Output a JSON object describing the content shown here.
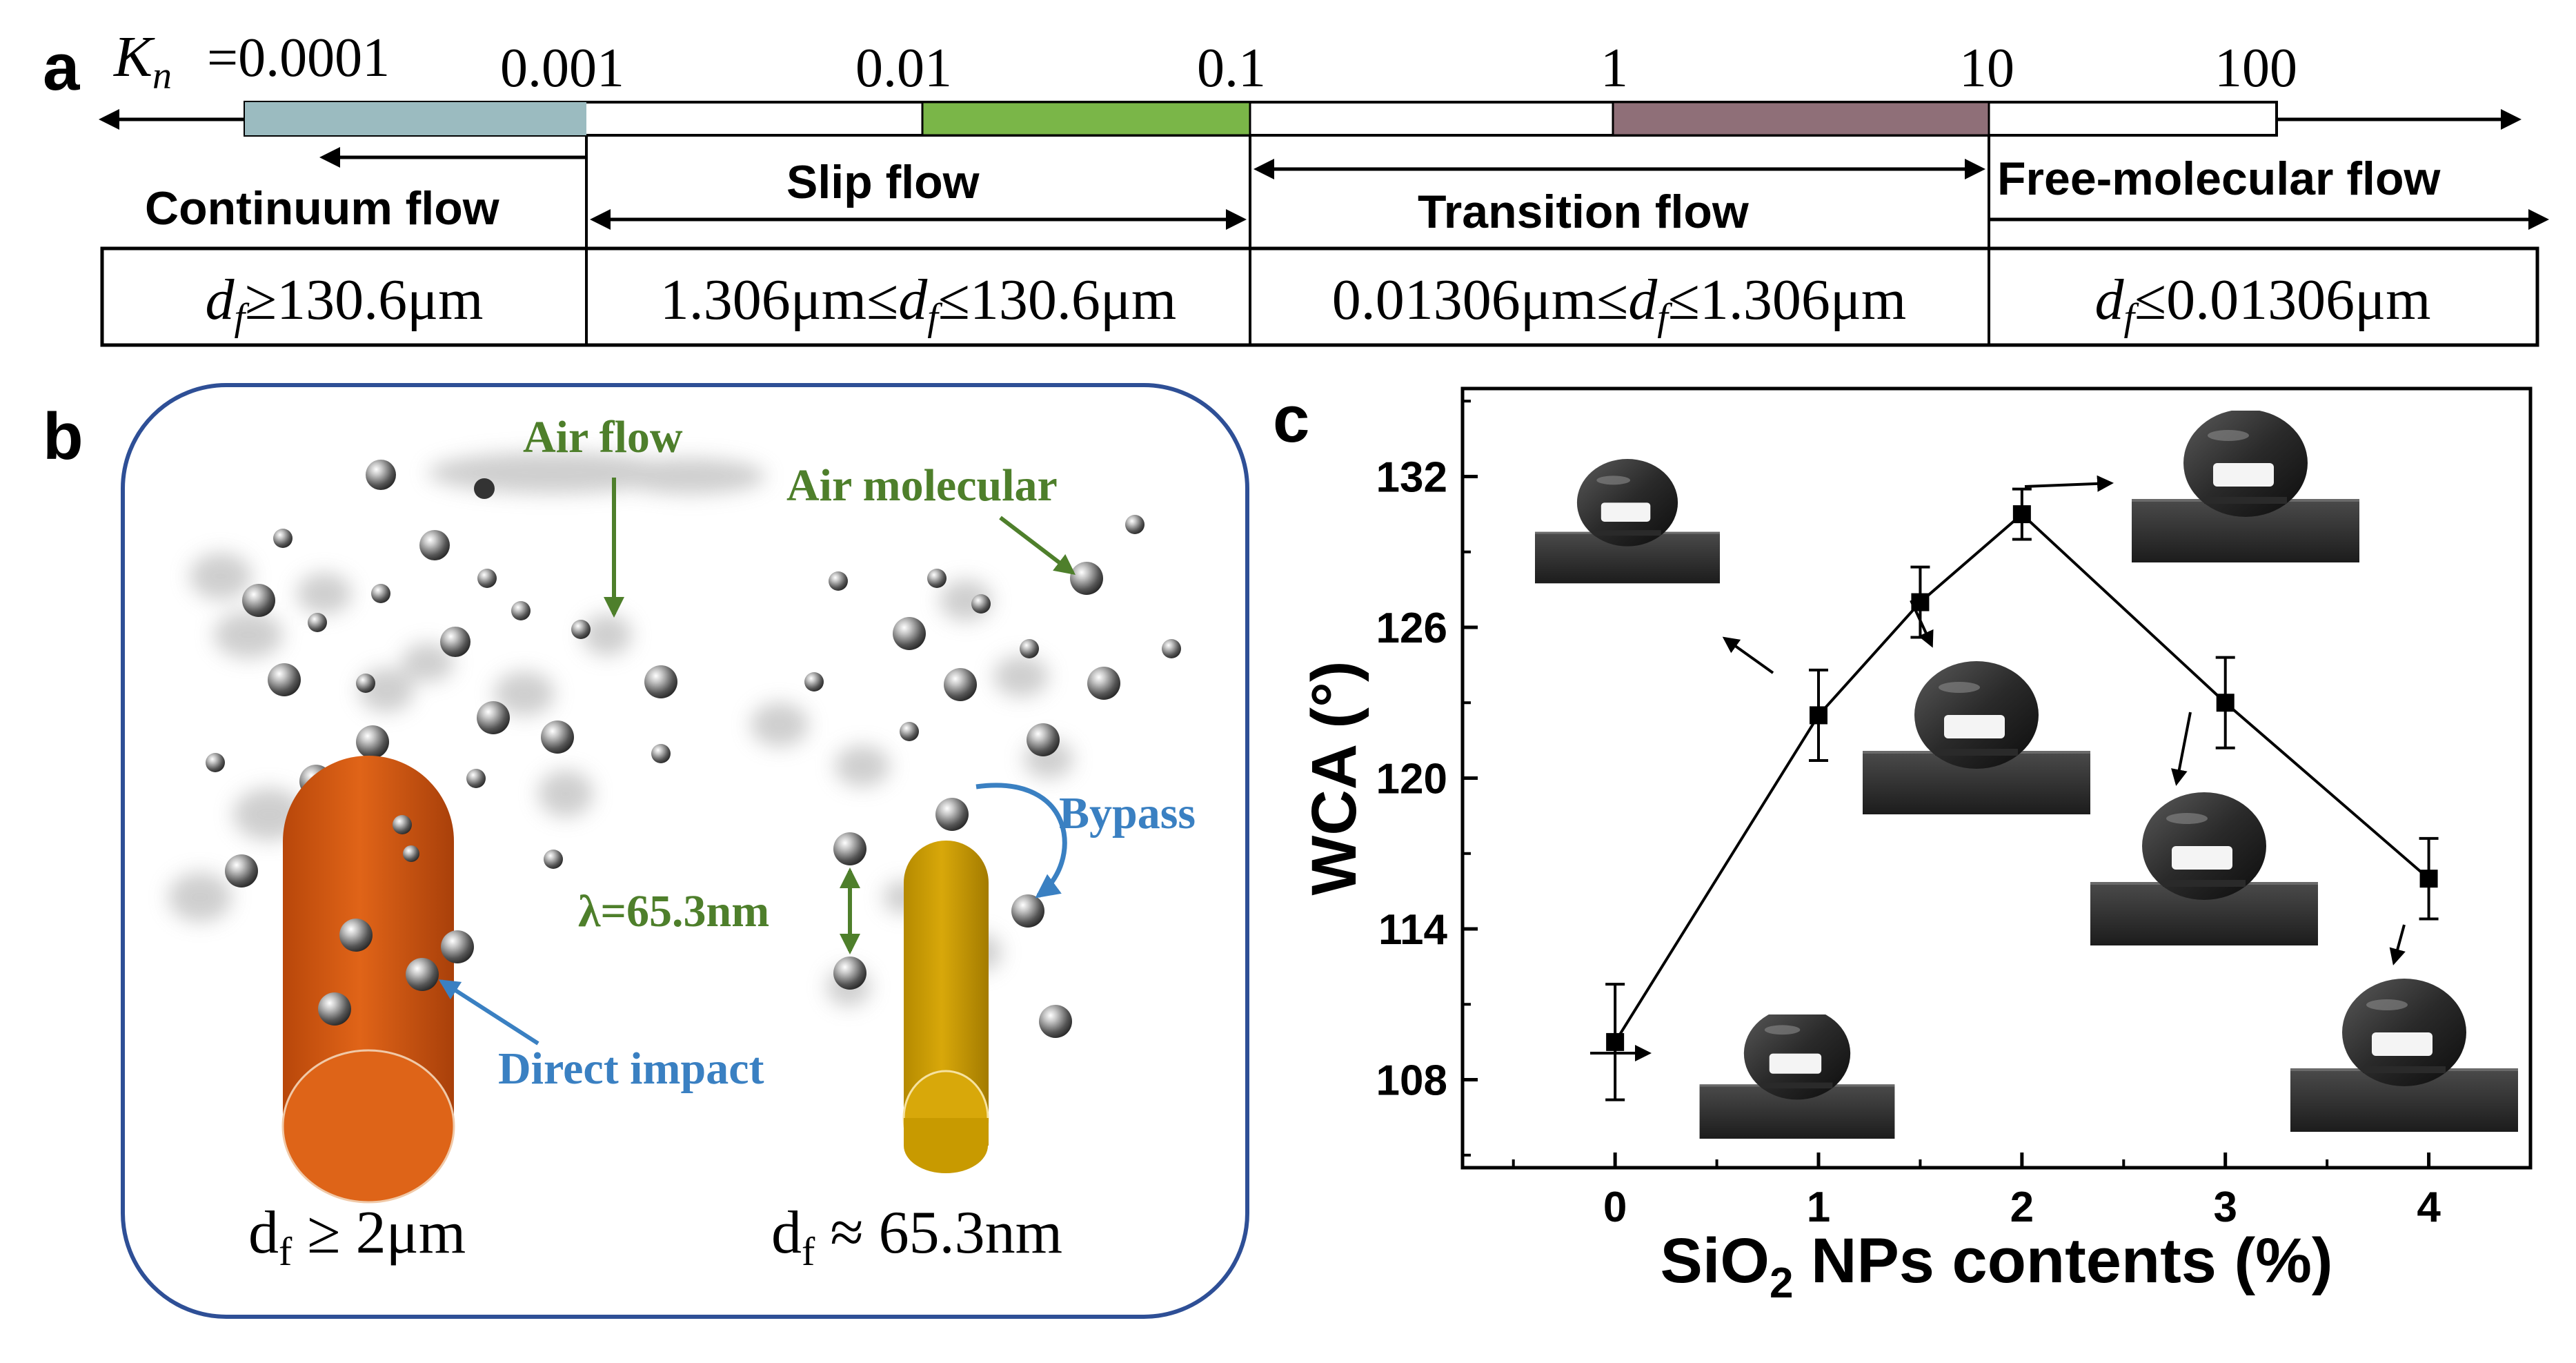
{
  "panel_a": {
    "label": "a",
    "kn_symbol": "K",
    "kn_sub": "n",
    "ticks": [
      "=0.0001",
      "0.001",
      "0.01",
      "0.1",
      "1",
      "10",
      "100"
    ],
    "regimes": {
      "continuum": "Continuum flow",
      "slip": "Slip flow",
      "transition": "Transition flow",
      "free": "Free-molecular flow"
    },
    "cells": [
      {
        "pre": "",
        "d": "d",
        "f": "f",
        "rel": "≥130.6μm"
      },
      {
        "pre": "1.306μm≤",
        "d": "d",
        "f": "f",
        "rel": "≤130.6μm"
      },
      {
        "pre": "0.01306μm≤",
        "d": "d",
        "f": "f",
        "rel": "≤1.306μm"
      },
      {
        "pre": "",
        "d": "d",
        "f": "f",
        "rel": "≤0.01306μm"
      }
    ],
    "colors": {
      "continuum": "#9bbbc0",
      "slip": "#7ab648",
      "transition": "#8f6f78"
    }
  },
  "panel_b": {
    "label": "b",
    "air_flow": "Air flow",
    "air_molecular": "Air molecular",
    "bypass": "Bypass",
    "lambda": "λ=65.3nm",
    "direct_impact": "Direct impact",
    "fiber_large": {
      "d": "d",
      "f": "f",
      "rel": " ≥ 2μm"
    },
    "fiber_small": {
      "d": "d",
      "f": "f",
      "rel": " ≈ 65.3nm"
    },
    "colors": {
      "frame": "#2e4f96",
      "label_green": "#4e7f2b",
      "label_blue": "#3a80c2",
      "fiber_large": "#d95a10",
      "fiber_small": "#c89a00"
    }
  },
  "panel_c": {
    "label": "c"
  },
  "chart_data": {
    "type": "line",
    "xlabel_main": "SiO",
    "xlabel_sub": "2",
    "xlabel_rest": " NPs contents (%)",
    "ylabel": "WCA (°)",
    "x": [
      0,
      1,
      1.5,
      2,
      3,
      4
    ],
    "y": [
      109.5,
      122.5,
      127,
      130.5,
      123,
      116
    ],
    "err": [
      2.3,
      1.8,
      1.4,
      1.0,
      1.8,
      1.6
    ],
    "xticks": [
      "0",
      "1",
      "2",
      "3",
      "4"
    ],
    "yticks": [
      "108",
      "114",
      "120",
      "126",
      "132"
    ],
    "xlim": [
      -0.75,
      4.5
    ],
    "ylim": [
      104.5,
      135.5
    ],
    "marker": "square",
    "color": "#000000"
  }
}
